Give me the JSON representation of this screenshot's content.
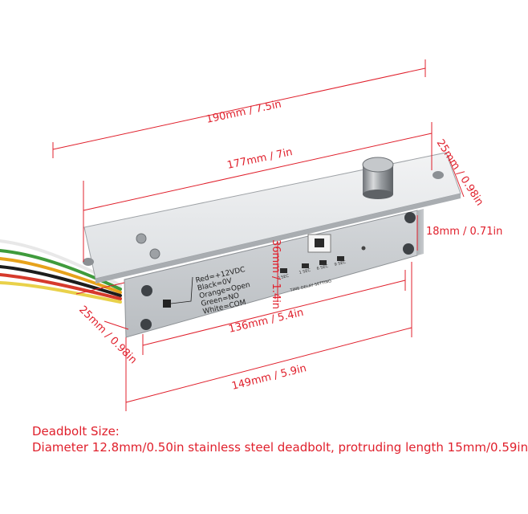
{
  "dimensions": {
    "total_length": "190mm / 7.5in",
    "plate_length": "177mm / 7in",
    "plate_width": "25mm / 0.98in",
    "body_offset": "18mm / 0.71in",
    "body_height": "36mm / 1.4in",
    "body_width": "25mm / 0.98in",
    "inner_length": "136mm / 5.4in",
    "body_length": "149mm / 5.9in"
  },
  "wiring": [
    "Red=+12VDC",
    "Black=0V",
    "Orange=Open",
    "Green=NO",
    "White=COM"
  ],
  "panel": {
    "switch_labels": [
      "0 SEC",
      "1 SEC",
      "6 SEC",
      "9 SEC"
    ],
    "delay_label": "TIME DELAY SETTING"
  },
  "caption": {
    "title": "Deadbolt Size:",
    "description": "Diameter 12.8mm/0.50in stainless steel deadbolt, protruding length 15mm/0.59in"
  },
  "colors": {
    "dimension": "#e0202c",
    "body": "#c9ccd0",
    "plate": "#e6e8ea"
  }
}
